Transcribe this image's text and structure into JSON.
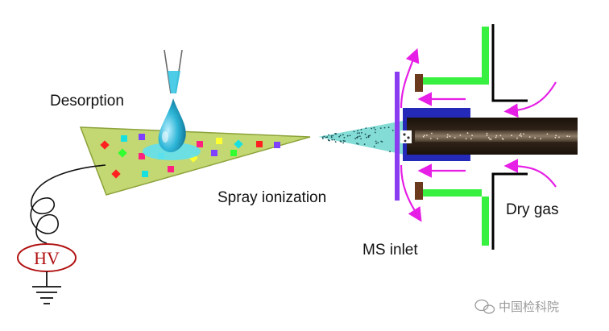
{
  "labels": {
    "desorption": "Desorption",
    "spray_ionization": "Spray ionization",
    "dry_gas": "Dry gas",
    "ms_inlet": "MS inlet",
    "hv": "HV"
  },
  "watermark": {
    "text": "中国检科院"
  },
  "colors": {
    "paper_triangle": "#c3d873",
    "paper_outline": "#8ca23a",
    "droplet": "#2fb7d8",
    "spray_cone": "#84dcd6",
    "capillary_dark": "#2d2016",
    "capillary_core": "#6b5a48",
    "inlet_blue": "#2429b8",
    "plate_purple": "#8a3cf0",
    "gas_block_green": "#37f040",
    "arrow_magenta": "#e61ee6",
    "seal_brown": "#6b3a1d",
    "hv_outline": "#b11111"
  },
  "spots": [
    {
      "color": "#ff2020"
    },
    {
      "color": "#18e0e0"
    },
    {
      "color": "#8040ff"
    },
    {
      "color": "#30ff30"
    },
    {
      "color": "#ff2080"
    },
    {
      "color": "#ffff30"
    },
    {
      "color": "#18e0e0"
    },
    {
      "color": "#ff2020"
    },
    {
      "color": "#8040ff"
    },
    {
      "color": "#30ff30"
    },
    {
      "color": "#ff2080"
    },
    {
      "color": "#18e0e0"
    },
    {
      "color": "#ffff30"
    },
    {
      "color": "#8040ff"
    },
    {
      "color": "#30ff30"
    },
    {
      "color": "#ff2020"
    },
    {
      "color": "#18e0e0"
    },
    {
      "color": "#ff2080"
    }
  ]
}
